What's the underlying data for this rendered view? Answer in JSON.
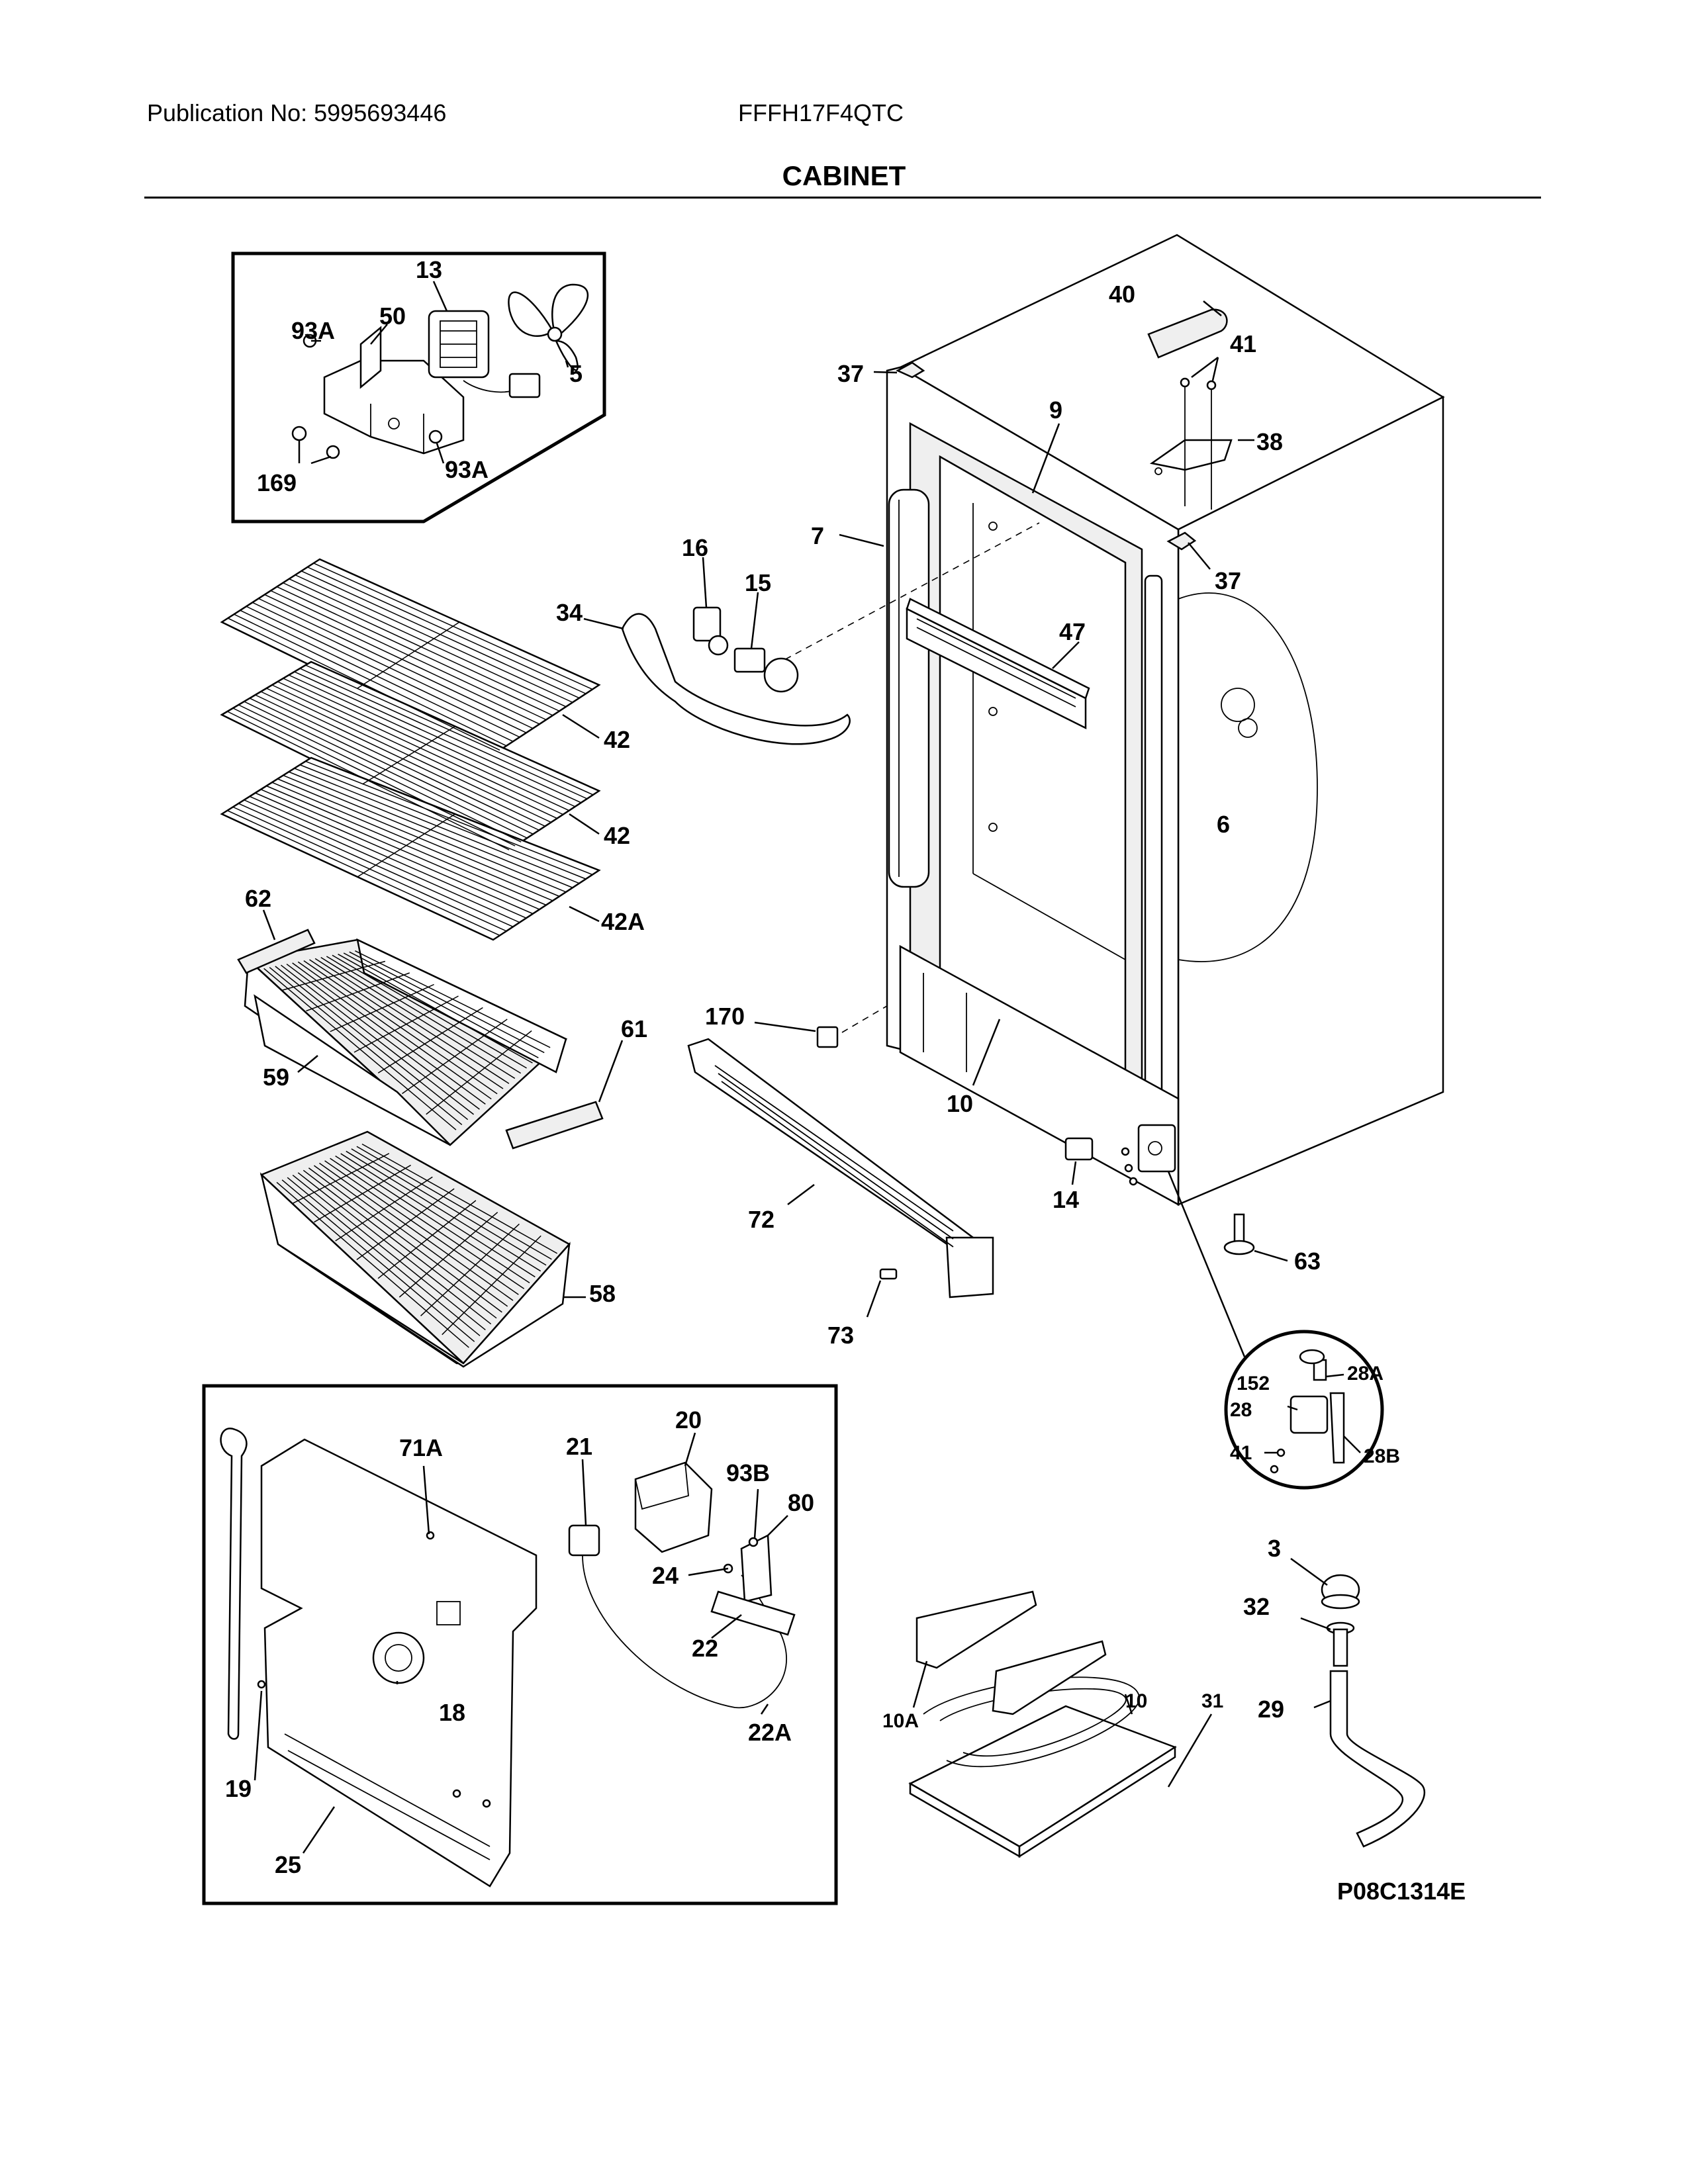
{
  "header": {
    "publication": "Publication No: 5995693446",
    "model": "FFFH17F4QTC",
    "section_title": "CABINET"
  },
  "footer": {
    "diagram_code": "P08C1314E"
  },
  "callouts": {
    "c13": "13",
    "c50": "50",
    "c93a_top": "93A",
    "c5": "5",
    "c169": "169",
    "c93a_bot": "93A",
    "c40": "40",
    "c41_top": "41",
    "c37_top": "37",
    "c9": "9",
    "c38": "38",
    "c37_right": "37",
    "c7": "7",
    "c16": "16",
    "c15": "15",
    "c34": "34",
    "c47": "47",
    "c6": "6",
    "c42_a": "42",
    "c42_b": "42",
    "c42a": "42A",
    "c62": "62",
    "c61": "61",
    "c59": "59",
    "c170": "170",
    "c10_cab": "10",
    "c72": "72",
    "c14": "14",
    "c63": "63",
    "c58": "58",
    "c73": "73",
    "c152": "152",
    "c28a": "28A",
    "c28": "28",
    "c41_hinge": "41",
    "c28b": "28B",
    "c20": "20",
    "c71a": "71A",
    "c21": "21",
    "c93b": "93B",
    "c80": "80",
    "c24": "24",
    "c22": "22",
    "c18": "18",
    "c22a": "22A",
    "c19": "19",
    "c25": "25",
    "c3": "3",
    "c32": "32",
    "c29": "29",
    "c10_heater": "10",
    "c31": "31",
    "c10a": "10A"
  },
  "colors": {
    "line": "#000000",
    "background": "#ffffff",
    "fill": "#efefef"
  }
}
